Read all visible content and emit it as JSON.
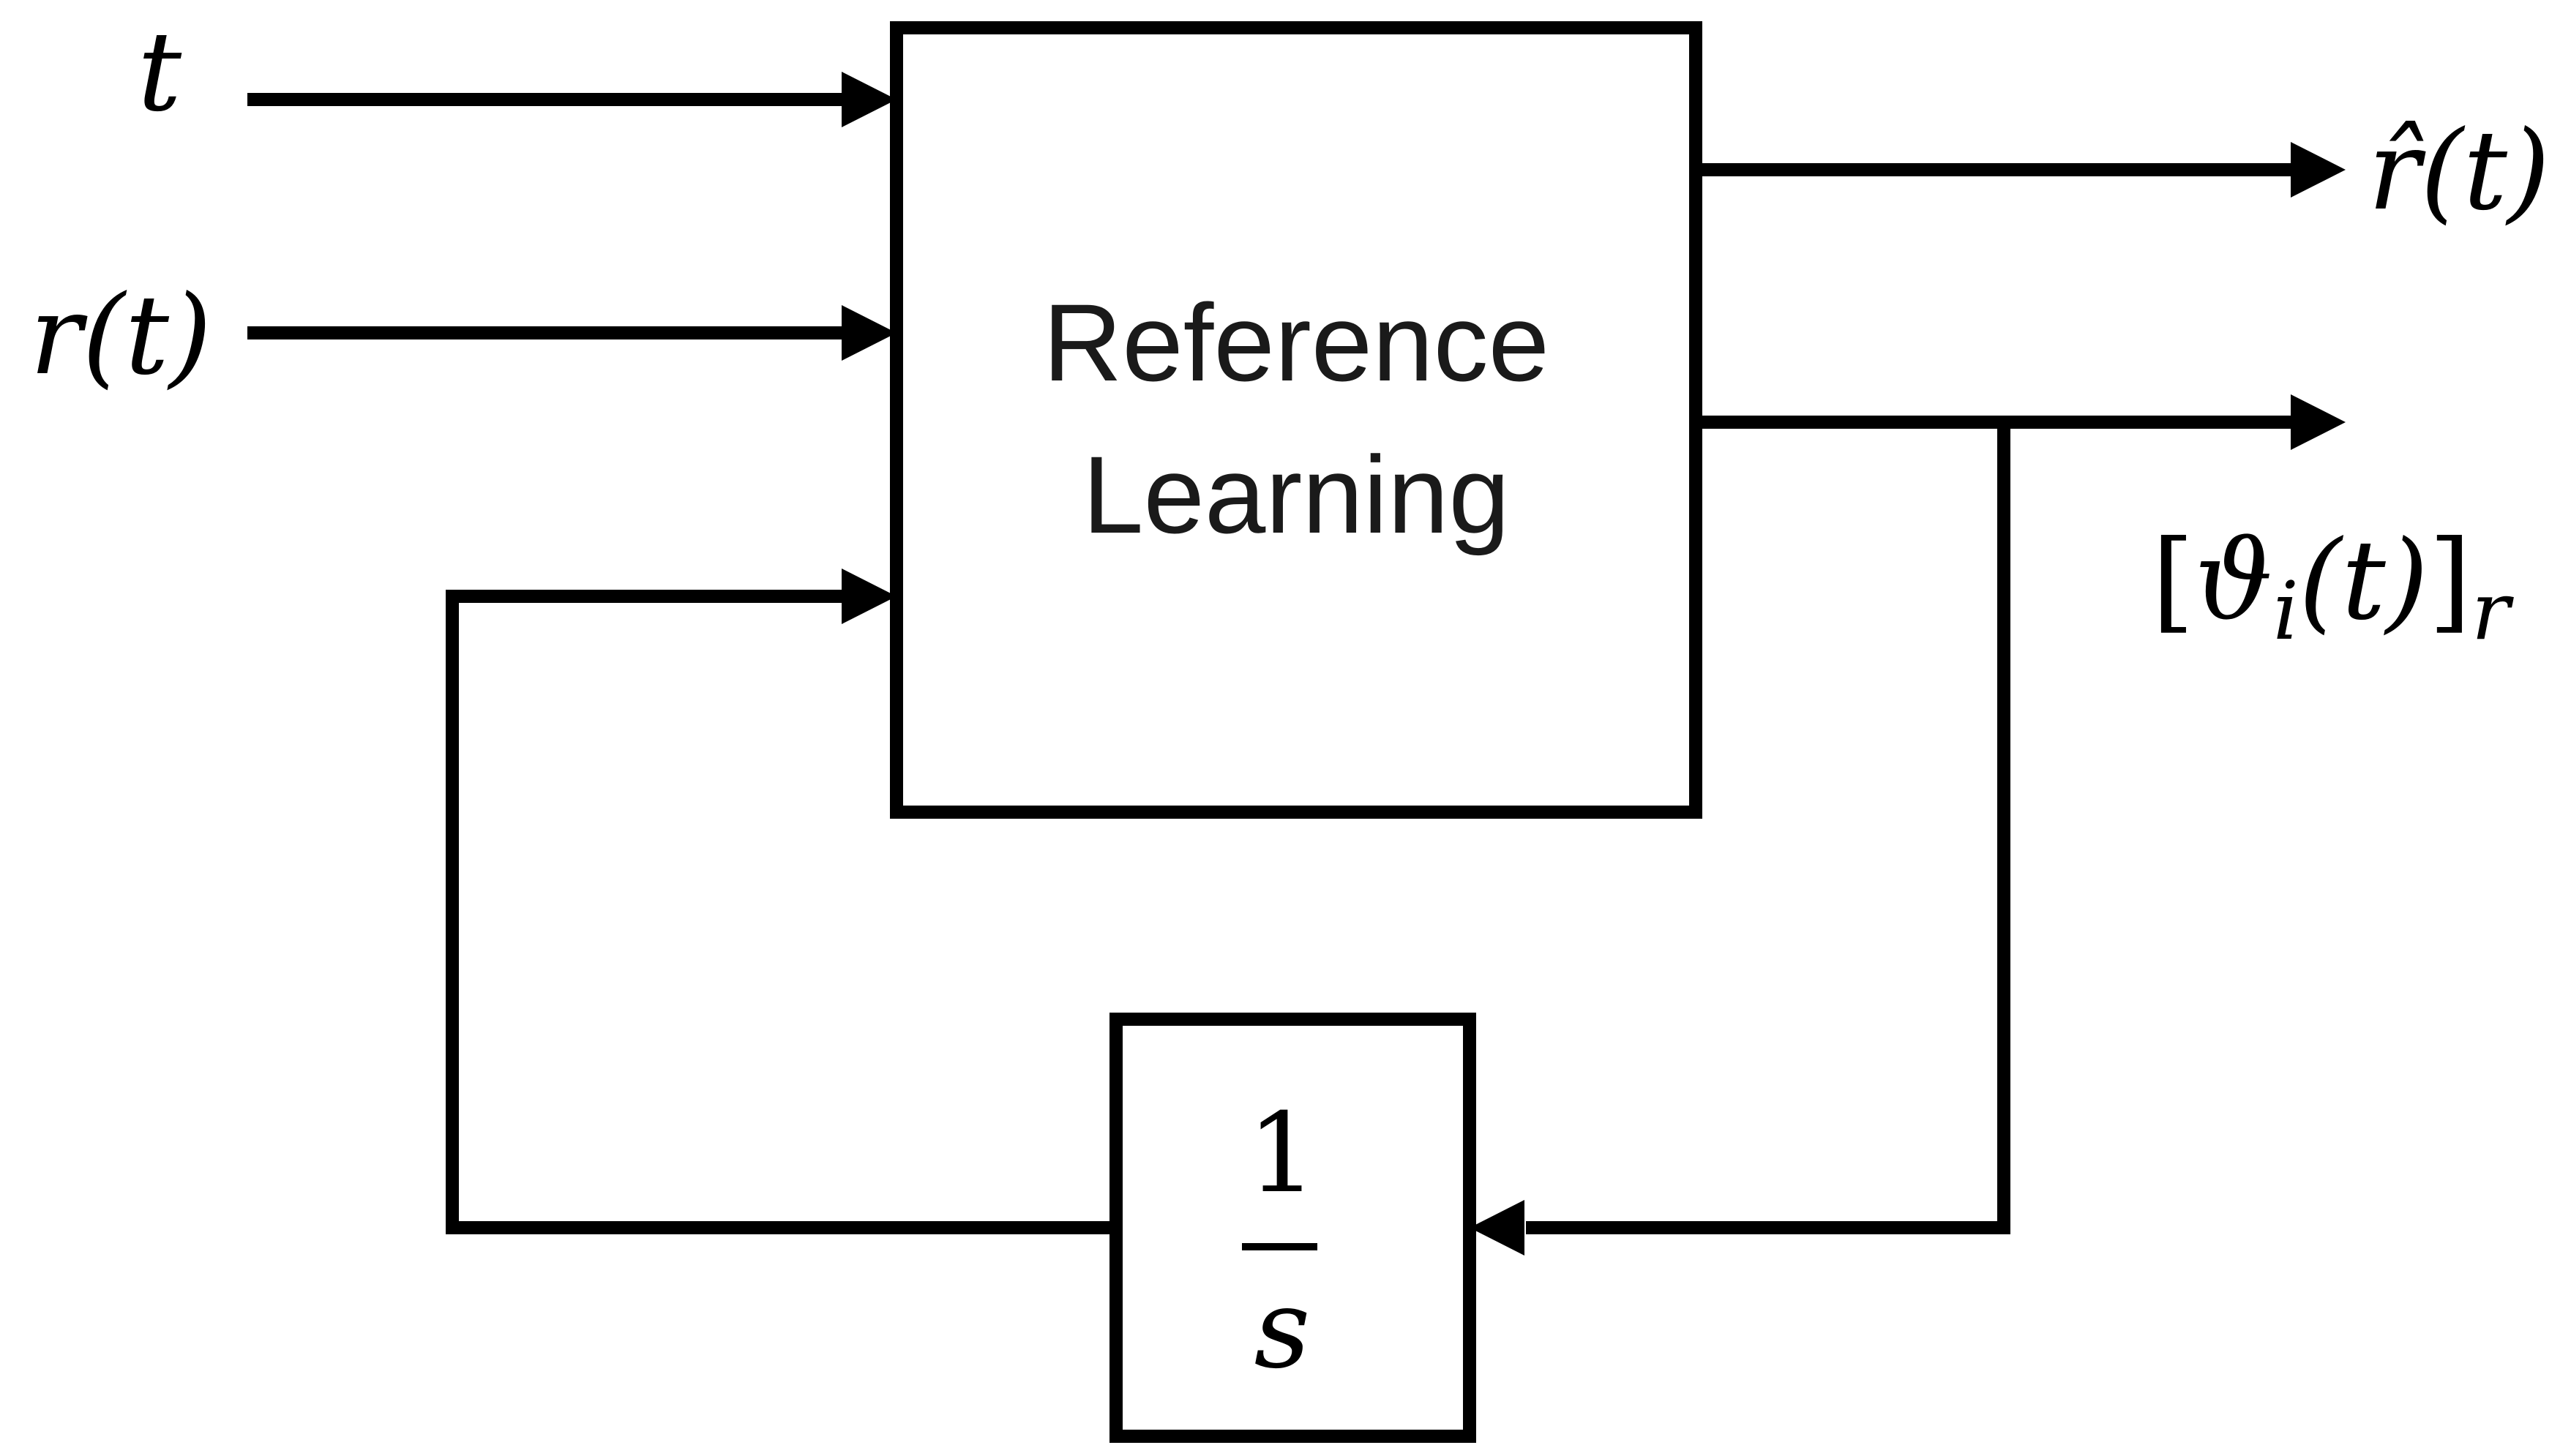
{
  "block": {
    "line1": "Reference",
    "line2": "Learning"
  },
  "integrator": {
    "numerator": "1",
    "denominator": "s"
  },
  "inputs": {
    "time": "t",
    "reference": "r(t)"
  },
  "outputs": {
    "estimate": "r̂(t)",
    "params_open": "[",
    "params_symbol": "ϑ",
    "params_index": "i",
    "params_arg": "(t)",
    "params_close": "]",
    "params_sub": "r"
  }
}
